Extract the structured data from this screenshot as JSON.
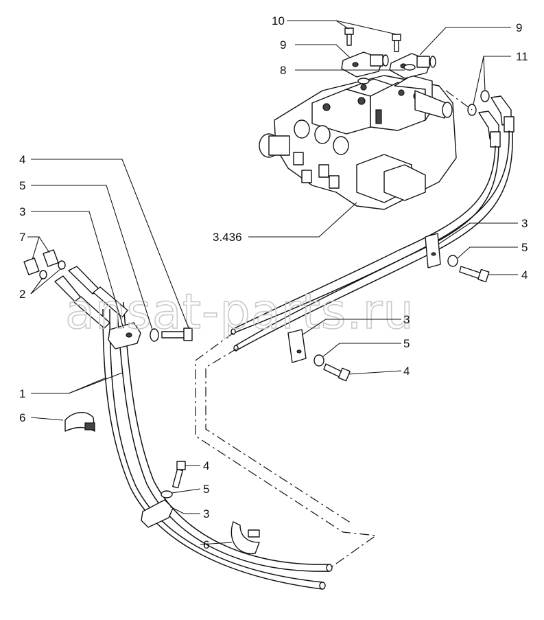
{
  "watermark": "ansat-parts.ru",
  "callouts": {
    "c10": "10",
    "c9_left": "9",
    "c9_right": "9",
    "c8": "8",
    "c11": "11",
    "c3436": "3.436",
    "c4_left": "4",
    "c5_left": "5",
    "c3_left": "3",
    "c7": "7",
    "c2": "2",
    "c1": "1",
    "c6_left": "6",
    "c3_right_top": "3",
    "c5_right_top": "5",
    "c4_right_top": "4",
    "c3_mid": "3",
    "c5_mid": "5",
    "c4_mid": "4",
    "c4_low": "4",
    "c5_low": "5",
    "c3_low": "3",
    "c6_low": "6"
  }
}
